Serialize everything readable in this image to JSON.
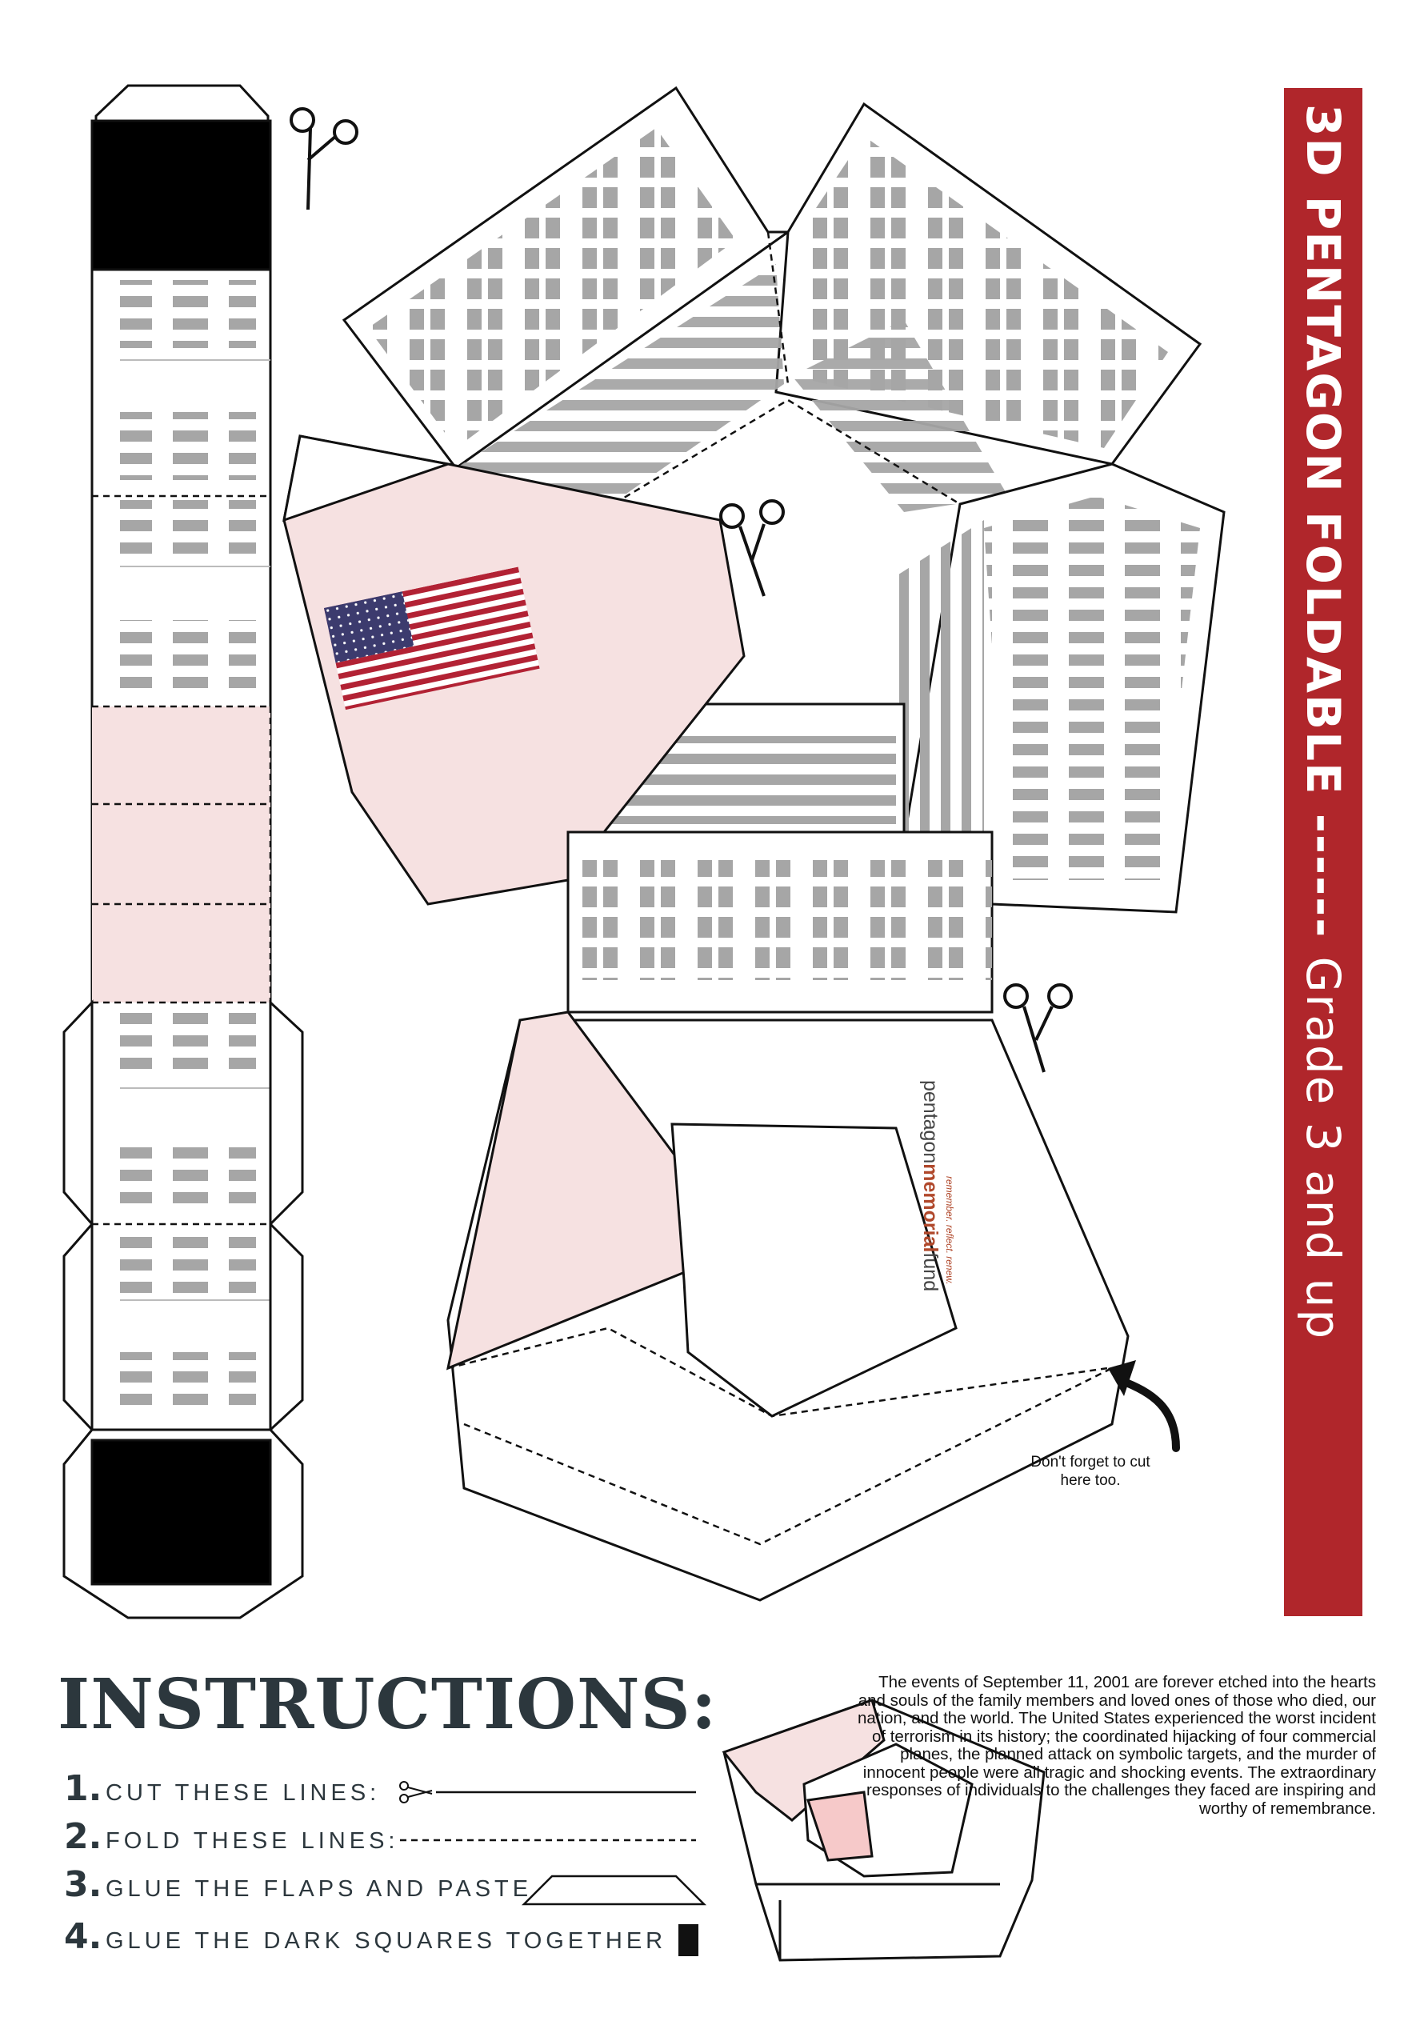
{
  "banner": {
    "title_bold": "3D PENTAGON FOLDABLE",
    "title_dashes": " ------ ",
    "title_grade": "Grade 3 and up",
    "color": "#b0262b"
  },
  "instructions": {
    "heading": "INSTRUCTIONS:",
    "steps": [
      {
        "num": "1.",
        "label": "CUT THESE LINES:"
      },
      {
        "num": "2.",
        "label": "FOLD THESE LINES:"
      },
      {
        "num": "3.",
        "label": "GLUE THE FLAPS AND PASTE"
      },
      {
        "num": "4.",
        "label": "GLUE THE DARK SQUARES TOGETHER"
      }
    ]
  },
  "note": "Don't forget to cut here too.",
  "memorial_text": "The events of September 11, 2001 are forever etched into the hearts and souls of the family members and loved ones of those who died, our nation, and the world. The United States experienced the worst incident of terrorism in its history; the coordinated hijacking of four commercial planes, the planned attack on symbolic targets, and the murder of innocent people were all tragic and shocking events. The extraordinary responses of individuals to the challenges they faced are inspiring and worthy of remembrance.",
  "logo": {
    "prefix": "pentagon",
    "emphasis": "memorial",
    "suffix": "fund",
    "tagline": "remember. reflect. renew."
  },
  "colors": {
    "window_gray": "#a6a6a6",
    "pink_fill": "#f6e1e1",
    "dark_square": "#000000",
    "heading": "#2c373d"
  }
}
